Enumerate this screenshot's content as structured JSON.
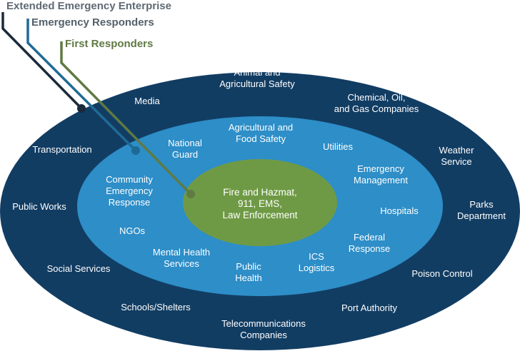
{
  "colors": {
    "outer_ring": "#123d63",
    "middle_ring": "#2d8ec8",
    "inner_ring": "#6f9a45",
    "outer_title": "#5f6a74",
    "middle_title": "#54616b",
    "inner_title": "#5f7a43",
    "outer_line": "#1a2a3a",
    "middle_line": "#1f6a95",
    "inner_line": "#5f7a43"
  },
  "titles": {
    "extended": "Extended Emergency Enterprise",
    "emergency": "Emergency Responders",
    "first": "First Responders"
  },
  "outer": {
    "animal": "Animal and\nAgricultural Safety",
    "media": "Media",
    "chemical": "Chemical, Oil,\nand Gas Companies",
    "transportation": "Transportation",
    "weather": "Weather Service",
    "public_works": "Public Works",
    "parks": "Parks\nDepartment",
    "social": "Social Services",
    "poison": "Poison Control",
    "schools": "Schools/Shelters",
    "port": "Port Authority",
    "telecom": "Telecommunications\nCompanies"
  },
  "middle": {
    "agri_food": "Agricultural and\nFood Safety",
    "national_guard": "National\nGuard",
    "utilities": "Utilities",
    "emergency_mgmt": "Emergency\nManagement",
    "community": "Community\nEmergency\nResponse",
    "hospitals": "Hospitals",
    "ngos": "NGOs",
    "federal": "Federal\nResponse",
    "mental_health": "Mental Health\nServices",
    "ics": "ICS\nLogistics",
    "public_health": "Public\nHealth"
  },
  "inner": {
    "core": "Fire and Hazmat,\n911, EMS,\nLaw Enforcement"
  }
}
